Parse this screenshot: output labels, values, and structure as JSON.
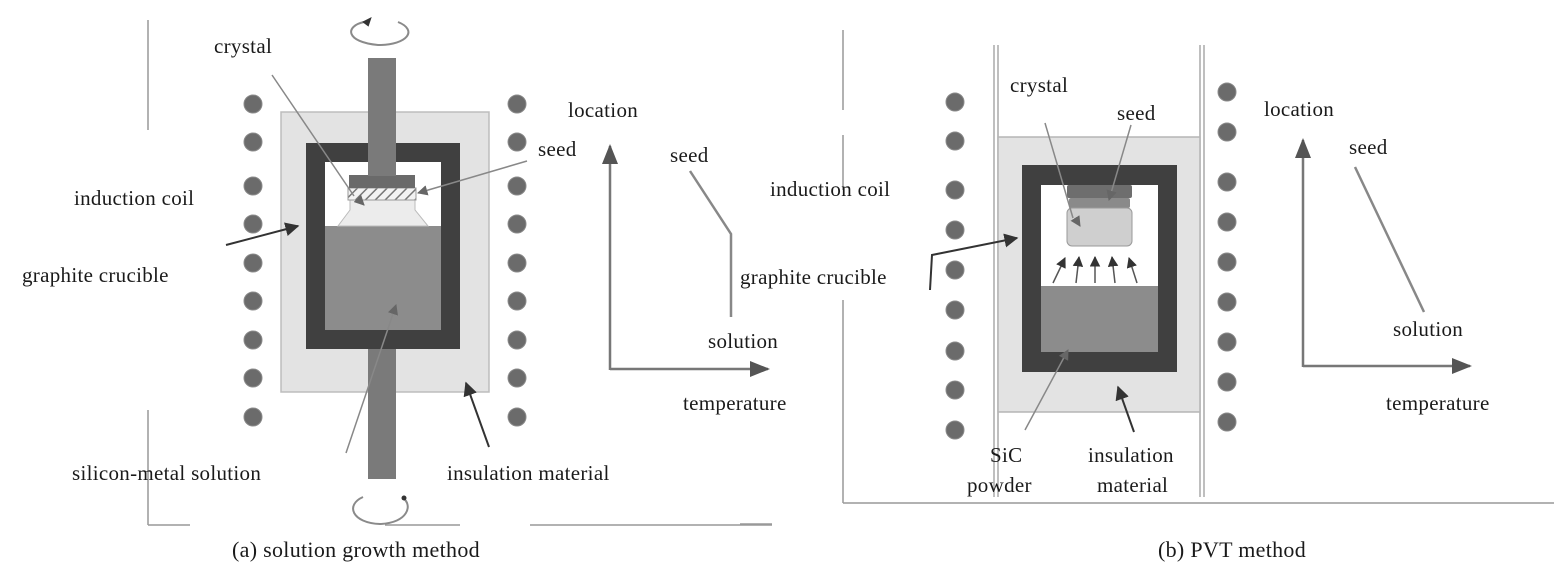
{
  "panels": {
    "a": {
      "caption": "(a) solution growth method",
      "labels": {
        "crystal": "crystal",
        "seed": "seed",
        "induction_coil": "induction coil",
        "graphite_crucible": "graphite crucible",
        "silicon_metal_solution": "silicon-metal solution",
        "insulation_material": "insulation material"
      },
      "profile": {
        "y_axis": "location",
        "x_axis": "temperature",
        "top_label": "seed",
        "bottom_label": "solution"
      }
    },
    "b": {
      "caption": "(b) PVT method",
      "labels": {
        "crystal": "crystal",
        "seed": "seed",
        "induction_coil": "induction coil",
        "graphite_crucible": "graphite crucible",
        "sic_line1": "SiC",
        "sic_line2": "powder",
        "insulation_line1": "insulation",
        "insulation_line2": "material"
      },
      "profile": {
        "y_axis": "location",
        "x_axis": "temperature",
        "top_label": "seed",
        "bottom_label": "solution"
      }
    }
  },
  "colors": {
    "coil": "#6b6b6b",
    "insulation": "#e3e3e3",
    "crucible": "#404040",
    "melt": "#8c8c8c",
    "shaft": "#7a7a7a",
    "crystal": "#dcdcdc",
    "line": "#8a8a8a",
    "axis": "#777777"
  }
}
